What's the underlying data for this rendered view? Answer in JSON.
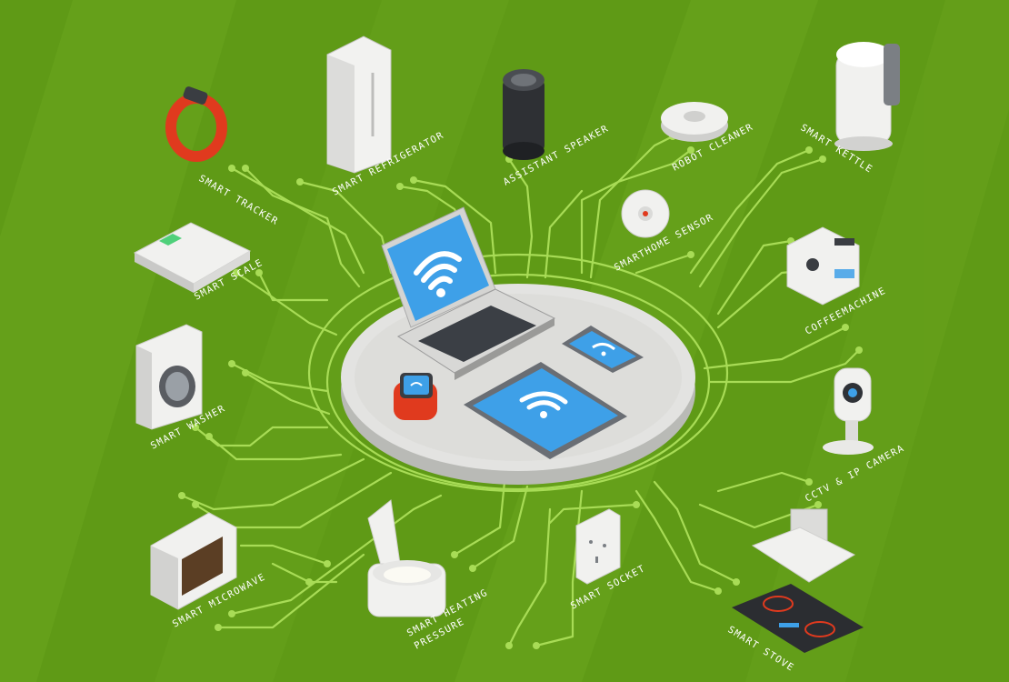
{
  "colors": {
    "background": "#5f9a16",
    "stripe": "#6aa61f",
    "circuit": "#a8dc56",
    "platform": "#e3e3e1",
    "screen": "#3ea0e8",
    "wifi": "#ffffff",
    "accent_red": "#e03a1e"
  },
  "devices": {
    "smart_tracker": "SMART TRACKER",
    "smart_refrigerator": "SMART REFRIGERATOR",
    "assistant_speaker": "ASSISTANT SPEAKER",
    "robot_cleaner": "ROBOT CLEANER",
    "smart_kettle": "SMART KETTLE",
    "smart_scale": "SMART SCALE",
    "smarthome_sensor": "SMARTHOME SENSOR",
    "coffeemachine": "COFFEEMACHINE",
    "smart_washer": "SMART WASHER",
    "cctv_camera": "CCTV & IP CAMERA",
    "smart_microwave": "SMART MICROWAVE",
    "smart_heating_1": "SMART HEATING",
    "smart_heating_2": "PRESSURE",
    "smart_socket": "SMART SOCKET",
    "smart_stove": "SMART STOVE"
  },
  "icons": {
    "laptop": "wifi-icon",
    "tablet": "wifi-icon",
    "phone": "wifi-icon",
    "watch": "wifi-icon"
  }
}
